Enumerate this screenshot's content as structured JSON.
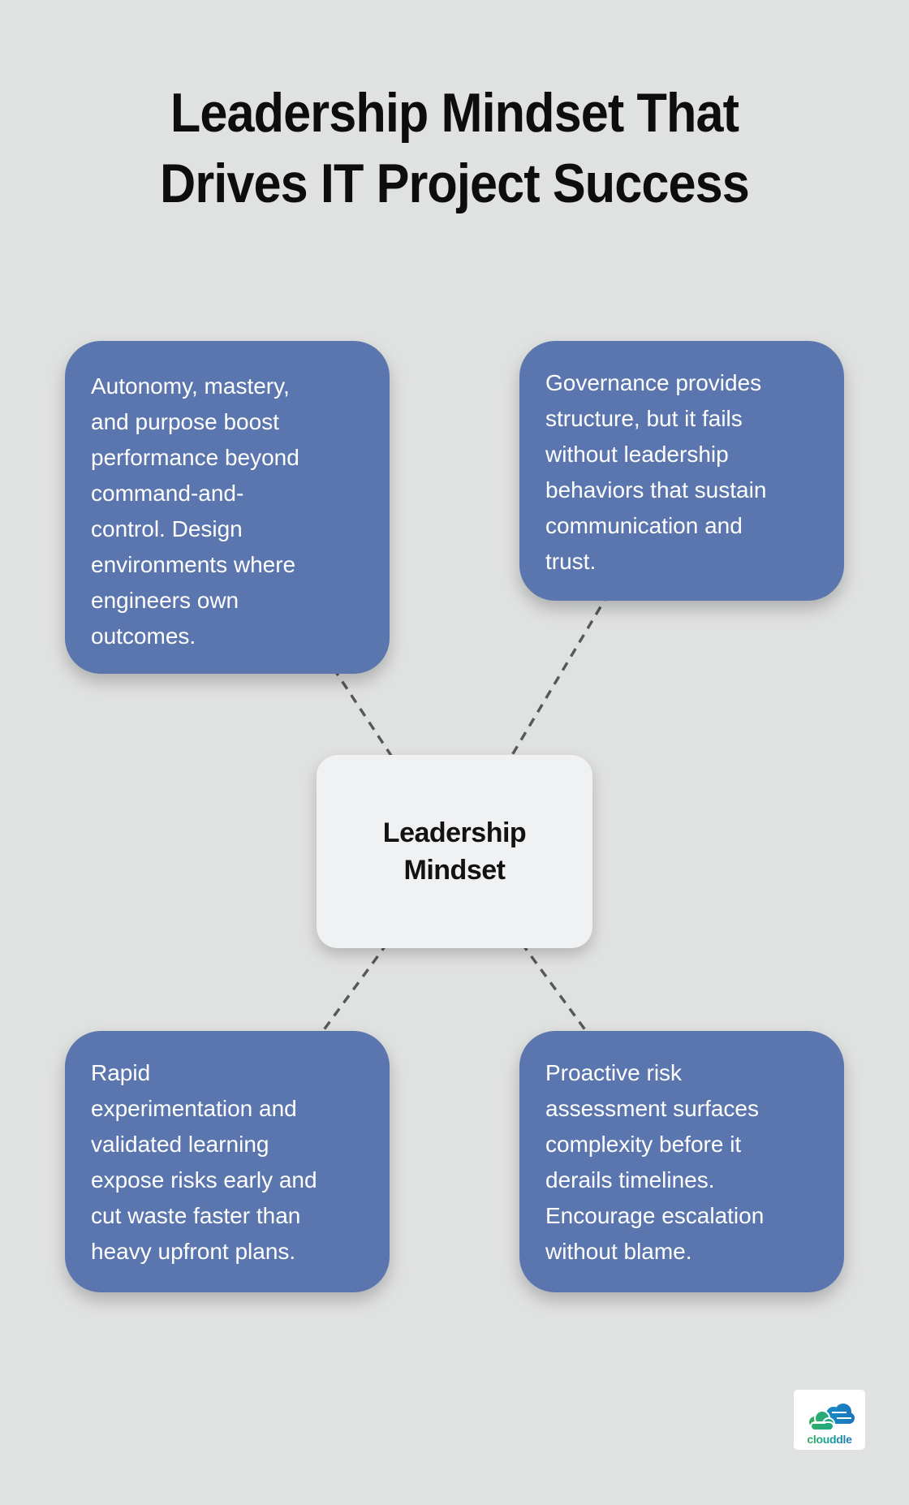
{
  "title": {
    "text": "Leadership Mindset That\nDrives IT Project Success"
  },
  "center_node": {
    "label": "Leadership\nMindset"
  },
  "nodes": {
    "top_left": {
      "text": "Autonomy, mastery,\nand purpose boost\nperformance beyond\ncommand-and-\ncontrol. Design\nenvironments where\nengineers own\noutcomes."
    },
    "top_right": {
      "text": "Governance provides\nstructure, but it fails\nwithout leadership\nbehaviors that sustain\ncommunication and\ntrust."
    },
    "bottom_left": {
      "text": "Rapid\nexperimentation and\nvalidated learning\nexpose risks early and\ncut waste faster than\nheavy upfront plans."
    },
    "bottom_right": {
      "text": "Proactive risk\nassessment surfaces\ncomplexity before it\nderails timelines.\nEncourage escalation\nwithout blame."
    }
  },
  "logo": {
    "brand": "clouddle"
  },
  "colors": {
    "background": "#e0e1e1",
    "node_background": "#5b76ae",
    "node_text": "#ffffff",
    "center_node_background": "#f0f1f3",
    "connector": "#565758",
    "title_text": "#0d0d0d",
    "logo_green": "#2fae57",
    "logo_teal": "#17a398",
    "logo_blue": "#1b75bc"
  }
}
